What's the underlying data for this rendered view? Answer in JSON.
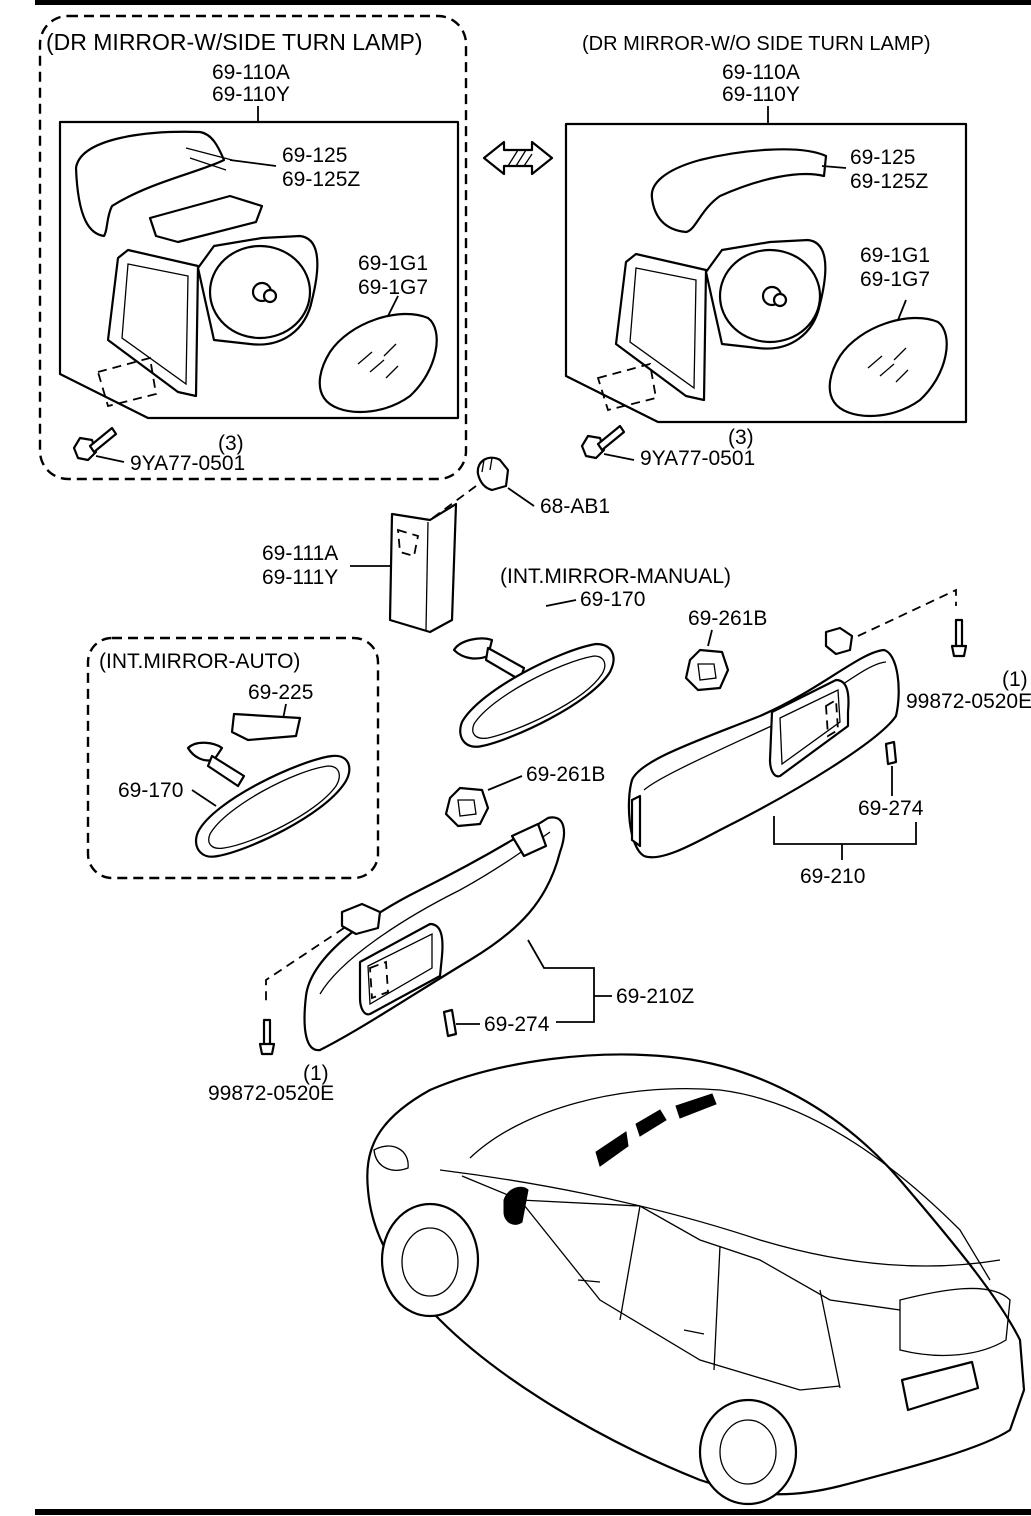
{
  "groups": {
    "dr_with_lamp": "(DR MIRROR-W/SIDE TURN LAMP)",
    "dr_without_lamp": "(DR MIRROR-W/O SIDE TURN LAMP)",
    "int_manual": "(INT.MIRROR-MANUAL)",
    "int_auto": "(INT.MIRROR-AUTO)"
  },
  "parts": {
    "l_110a": "69-110A",
    "l_110y": "69-110Y",
    "l_125": "69-125",
    "l_125z": "69-125Z",
    "l_1g1": "69-1G1",
    "l_1g7": "69-1G7",
    "l_qty3": "(3)",
    "l_bolt": "9YA77-0501",
    "r_110a": "69-110A",
    "r_110y": "69-110Y",
    "r_125": "69-125",
    "r_125z": "69-125Z",
    "r_1g1": "69-1G1",
    "r_1g7": "69-1G7",
    "r_qty3": "(3)",
    "r_bolt": "9YA77-0501",
    "ab1": "68-AB1",
    "p111a": "69-111A",
    "p111y": "69-111Y",
    "manual_170": "69-170",
    "r_261b": "69-261B",
    "r_qty1": "(1)",
    "r_screw": "99872-0520E",
    "auto_225": "69-225",
    "auto_170": "69-170",
    "l_261b": "69-261B",
    "r_274": "69-274",
    "r_210": "69-210",
    "l_210z": "69-210Z",
    "l_274": "69-274",
    "l_qty1": "(1)",
    "l_screw": "99872-0520E"
  }
}
